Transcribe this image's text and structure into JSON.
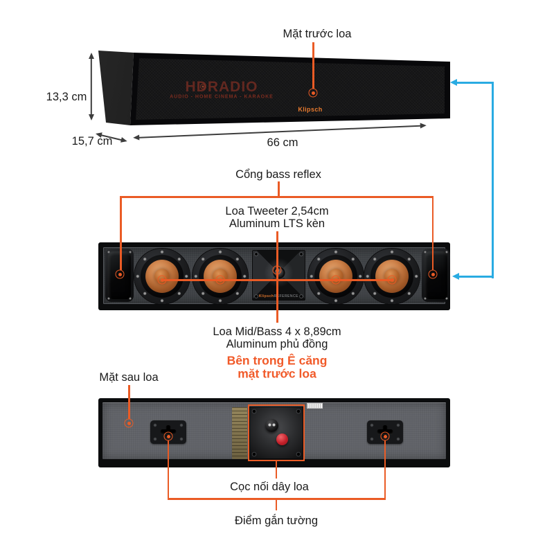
{
  "colors": {
    "callout_orange": "#EA5B25",
    "highlight_orange_text": "#F15A29",
    "bracket_blue": "#29ABE2",
    "label_text": "#1A1A1A",
    "woofer_copper": "#CD8149",
    "terminal_red": "#C4202A"
  },
  "annotations": {
    "front_face_label": "Mặt trước loa",
    "bass_reflex_label": "Cổng bass reflex",
    "tweeter_label_line1": "Loa Tweeter 2,54cm",
    "tweeter_label_line2": "Aluminum LTS kèn",
    "midbass_label_line1": "Loa Mid/Bass 4 x 8,89cm",
    "midbass_label_line2": "Aluminum phủ đồng",
    "inside_note_line1": "Bên trong Ê căng",
    "inside_note_line2": "mặt trước loa",
    "rear_face_label": "Mặt sau loa",
    "binding_post_label": "Cọc nối dây loa",
    "wall_mount_label": "Điểm gắn tường"
  },
  "dimensions": {
    "height": "13,3 cm",
    "depth": "15,7 cm",
    "width": "66 cm"
  },
  "watermark": {
    "brand_hd": "HD",
    "brand_radio": "RADIO",
    "tagline": "AUDIO - HOME CINEMA - KARAOKE"
  },
  "branding": {
    "grille_logo": "Klipsch",
    "tweeter_badge_brand": "Klipsch",
    "tweeter_badge_series": "REFERENCE"
  }
}
